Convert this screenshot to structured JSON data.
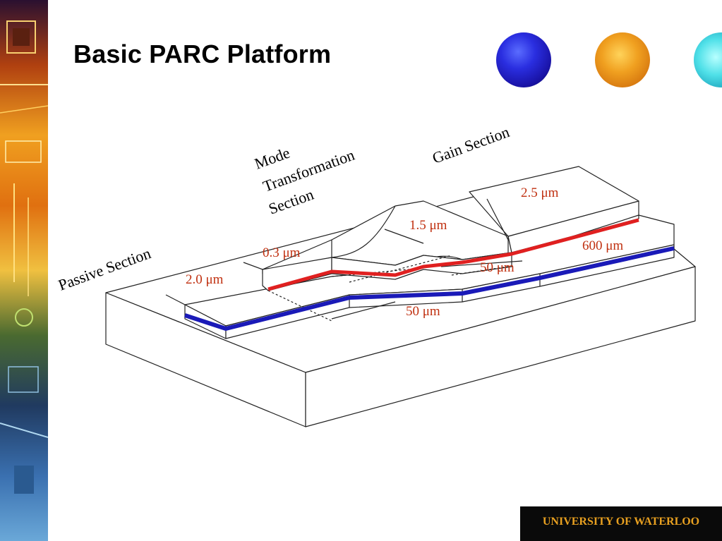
{
  "slide": {
    "title": "Basic PARC Platform",
    "footer": "UNIVERSITY OF WATERLOO"
  },
  "labels": {
    "mode_line1": "Mode",
    "mode_line2": "Transformation",
    "mode_line3": "Section",
    "gain": "Gain Section",
    "passive": "Passive Section",
    "dim_0_3": "0.3 μm",
    "dim_2_0": "2.0 μm",
    "dim_1_5": "1.5 μm",
    "dim_2_5": "2.5 μm",
    "dim_600": "600 μm",
    "dim_50_right": "50 μm",
    "dim_50_bottom": "50 μm"
  },
  "colors": {
    "upper_waveguide": "#e02020",
    "lower_waveguide": "#1a1ab8",
    "dimension_text": "#c03010",
    "footer_text": "#e8a020",
    "footer_bg": "#0a0a0a"
  }
}
